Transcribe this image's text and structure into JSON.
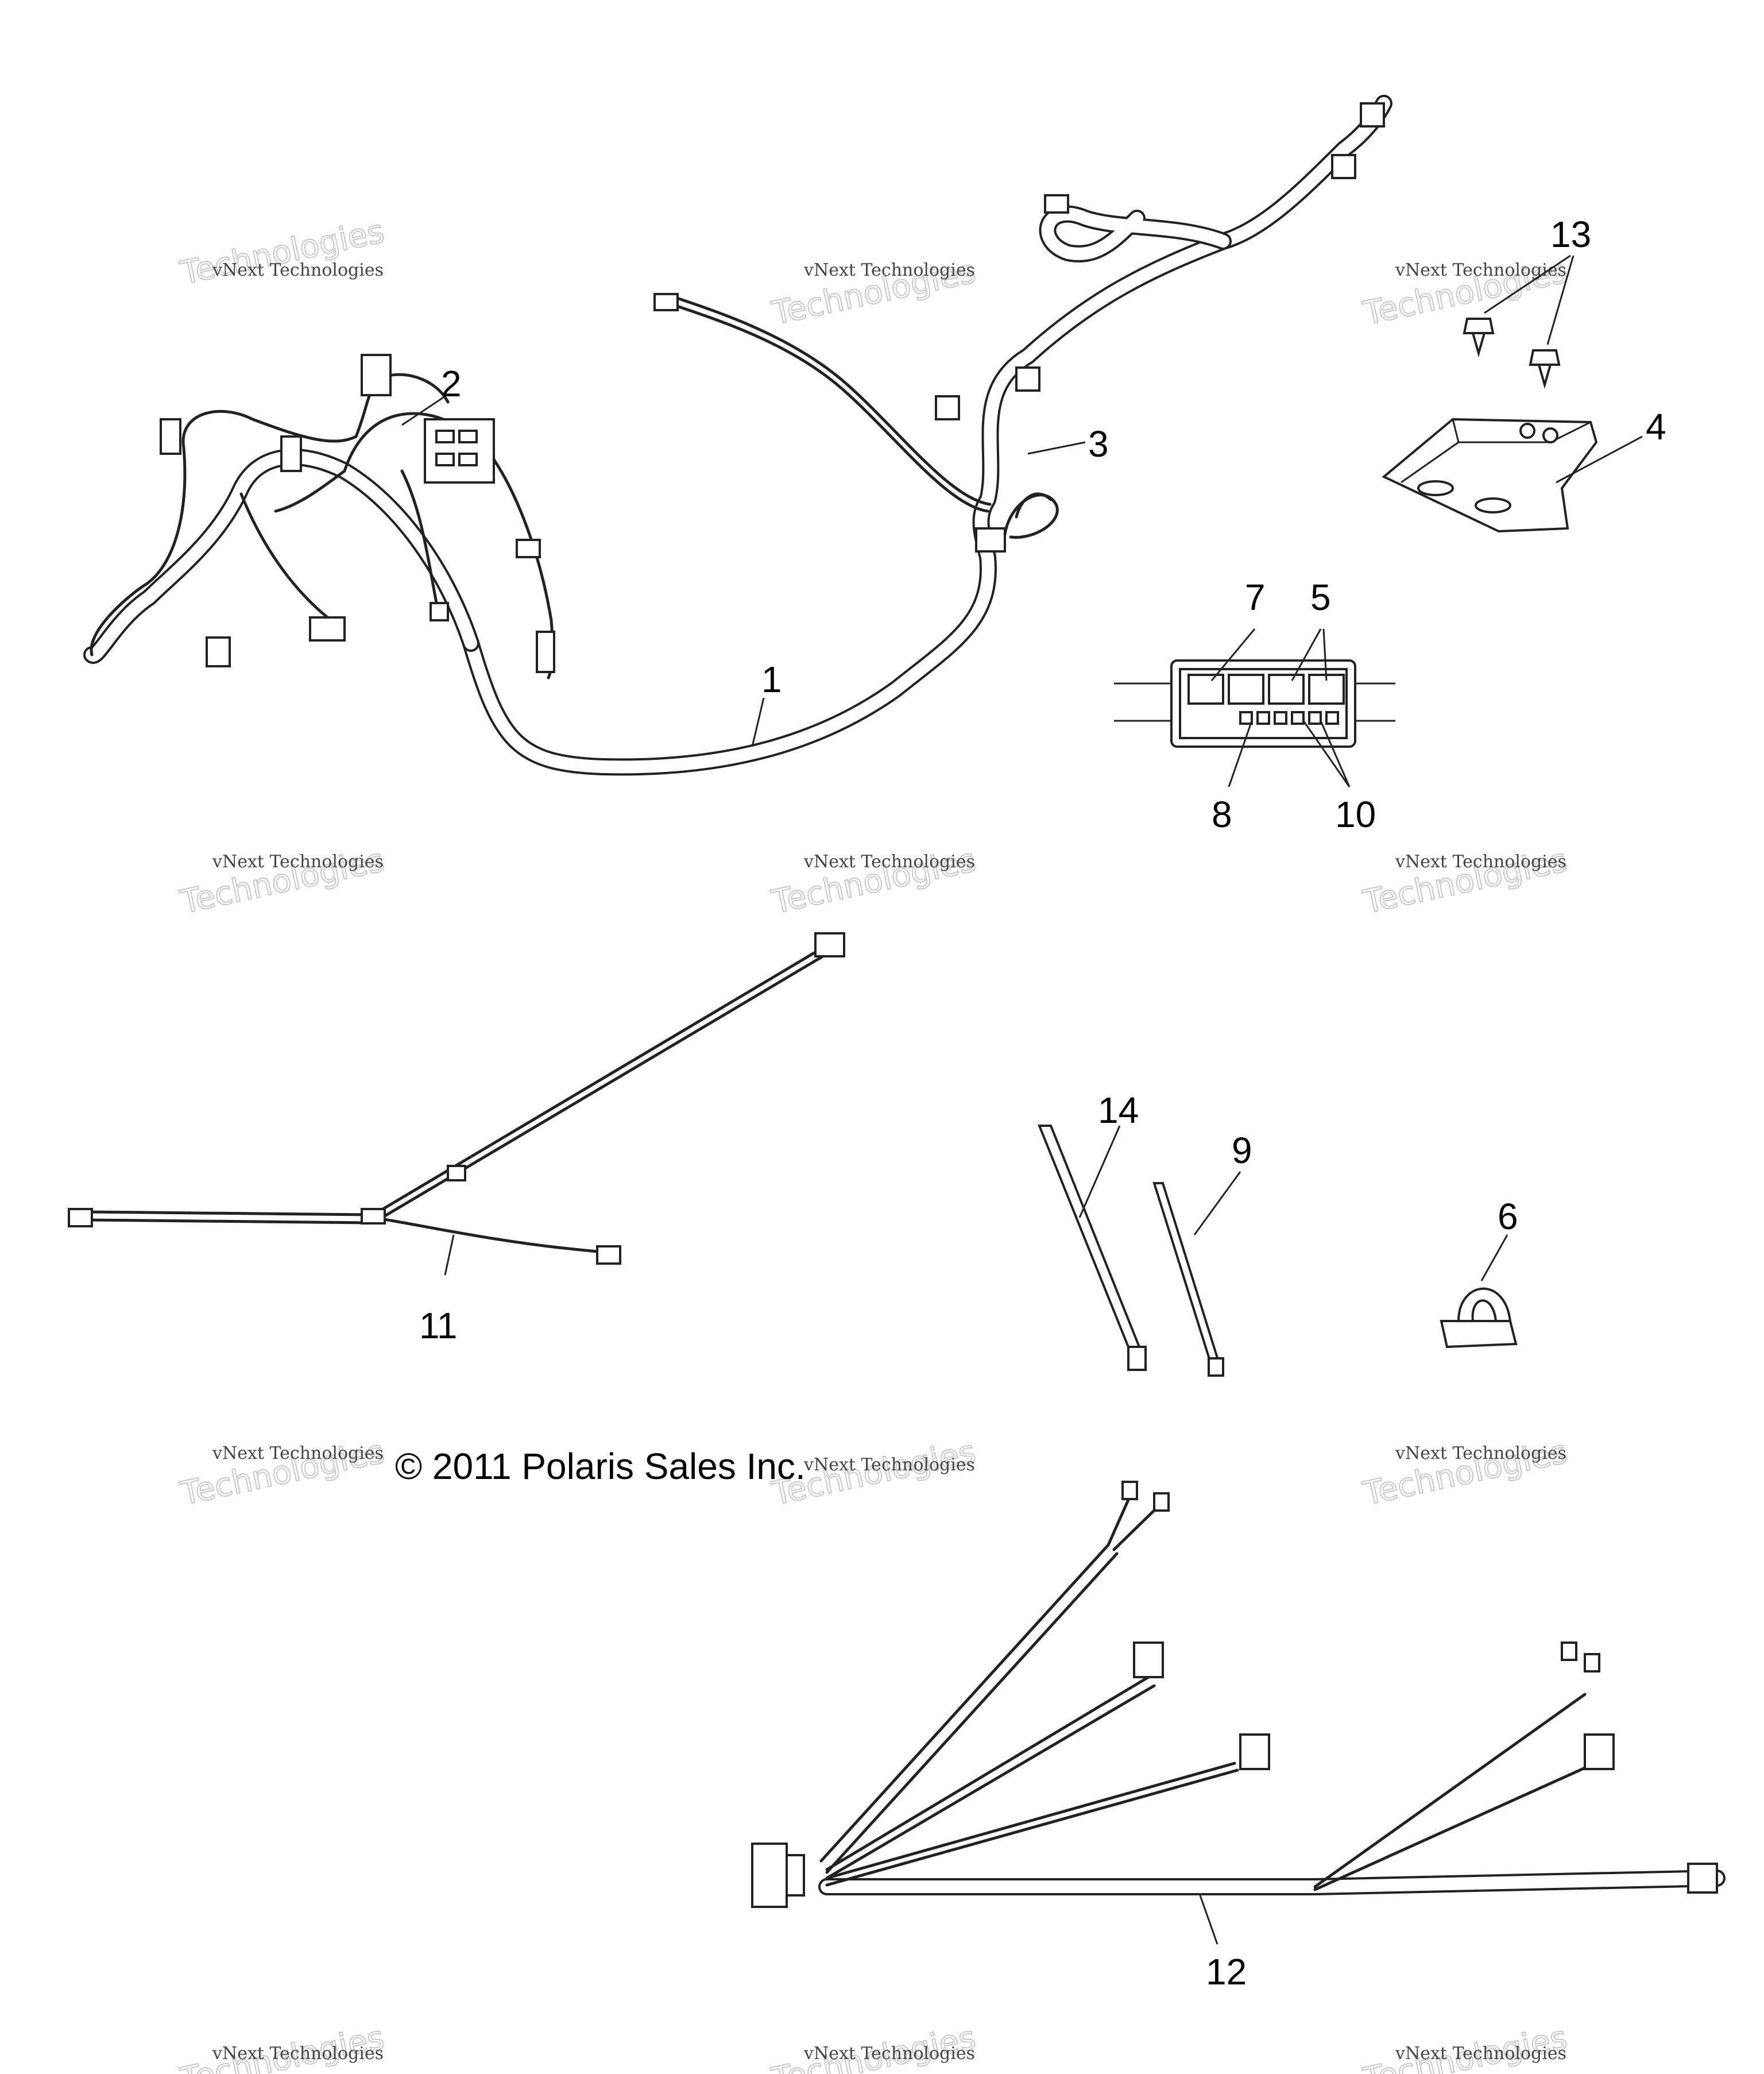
{
  "copyright": "© 2011 Polaris Sales Inc.",
  "watermark": {
    "line1": "vNext Technologies",
    "line2": "Technologies"
  },
  "callouts": {
    "c1": "1",
    "c2": "2",
    "c3": "3",
    "c4": "4",
    "c5": "5",
    "c6": "6",
    "c7": "7",
    "c8": "8",
    "c9": "9",
    "c10": "10",
    "c11": "11",
    "c12": "12",
    "c13": "13",
    "c14": "14"
  }
}
